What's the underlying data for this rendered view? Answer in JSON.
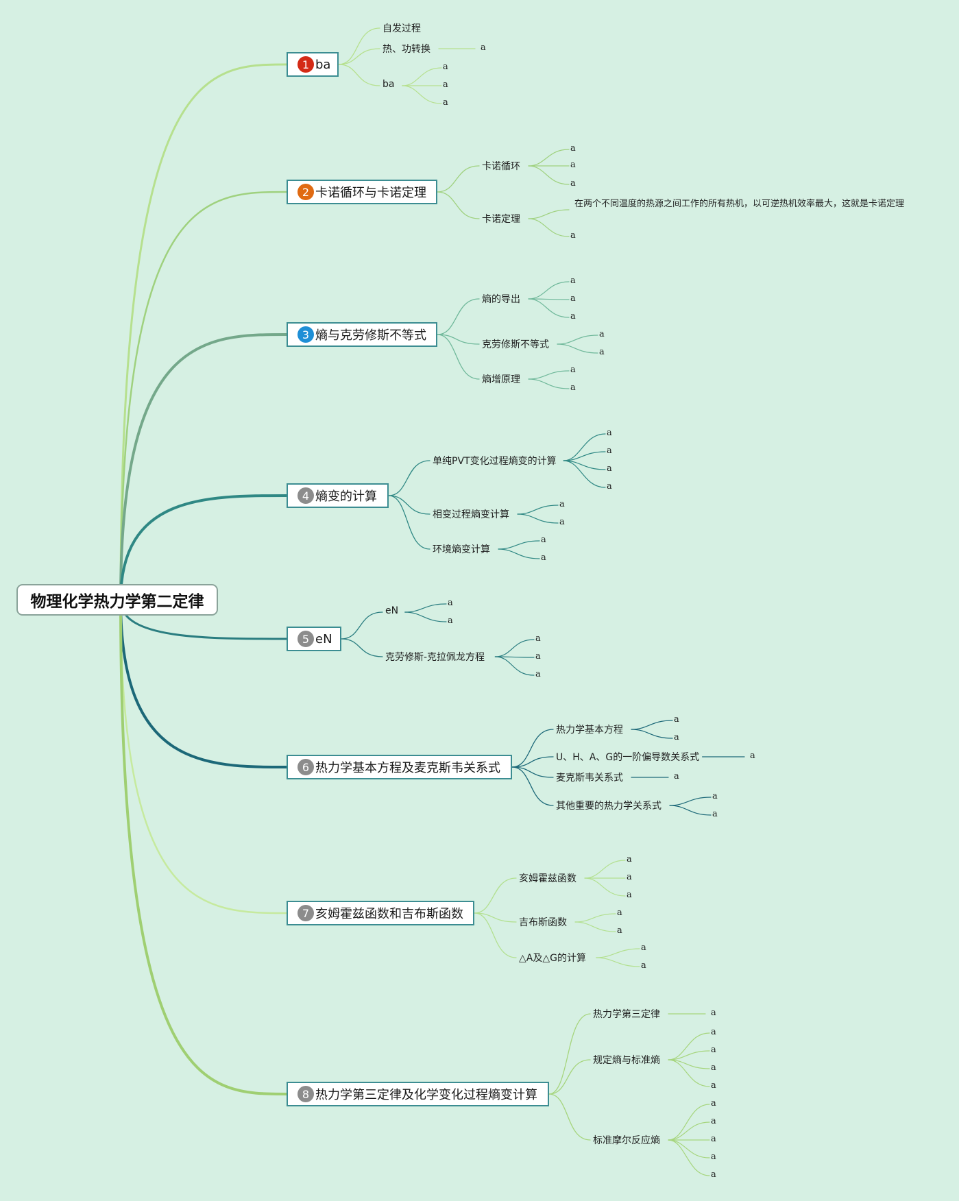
{
  "root": {
    "label": "物理化学热力学第二定律"
  },
  "branches": [
    {
      "number": "1",
      "label": "ba",
      "badge_color": "#d42a16",
      "children": [
        {
          "label": "自发过程",
          "leaves": []
        },
        {
          "label": "热、功转换",
          "leaves": [
            "a"
          ]
        },
        {
          "label": "ba",
          "leaves": [
            "a",
            "a",
            "a"
          ]
        }
      ]
    },
    {
      "number": "2",
      "label": "卡诺循环与卡诺定理",
      "badge_color": "#e06a12",
      "children": [
        {
          "label": "卡诺循环",
          "leaves": [
            "a",
            "a",
            "a"
          ]
        },
        {
          "label": "卡诺定理",
          "leaves": [
            "在两个不同温度的热源之间工作的所有热机，以可逆热机效率最大，这就是卡诺定理",
            "a"
          ]
        }
      ]
    },
    {
      "number": "3",
      "label": "熵与克劳修斯不等式",
      "badge_color": "#1f8fd6",
      "children": [
        {
          "label": "熵的导出",
          "leaves": [
            "a",
            "a",
            "a"
          ]
        },
        {
          "label": "克劳修斯不等式",
          "leaves": [
            "a",
            "a"
          ]
        },
        {
          "label": "熵增原理",
          "leaves": [
            "a",
            "a"
          ]
        }
      ]
    },
    {
      "number": "4",
      "label": "熵变的计算",
      "badge_color": "#8c8c8c",
      "children": [
        {
          "label": "单纯PVT变化过程熵变的计算",
          "leaves": [
            "a",
            "a",
            "a",
            "a"
          ]
        },
        {
          "label": "相变过程熵变计算",
          "leaves": [
            "a",
            "a"
          ]
        },
        {
          "label": "环境熵变计算",
          "leaves": [
            "a",
            "a"
          ]
        }
      ]
    },
    {
      "number": "5",
      "label": "eN",
      "badge_color": "#8c8c8c",
      "children": [
        {
          "label": "eN",
          "leaves": [
            "a",
            "a"
          ]
        },
        {
          "label": "克劳修斯-克拉佩龙方程",
          "leaves": [
            "a",
            "a",
            "a"
          ]
        }
      ]
    },
    {
      "number": "6",
      "label": "热力学基本方程及麦克斯韦关系式",
      "badge_color": "#8c8c8c",
      "children": [
        {
          "label": "热力学基本方程",
          "leaves": [
            "a",
            "a"
          ]
        },
        {
          "label": "U、H、A、G的一阶偏导数关系式",
          "leaves": [
            "a"
          ]
        },
        {
          "label": "麦克斯韦关系式",
          "leaves": [
            "a"
          ]
        },
        {
          "label": "其他重要的热力学关系式",
          "leaves": [
            "a",
            "a"
          ]
        }
      ]
    },
    {
      "number": "7",
      "label": "亥姆霍兹函数和吉布斯函数",
      "badge_color": "#8c8c8c",
      "children": [
        {
          "label": "亥姆霍兹函数",
          "leaves": [
            "a",
            "a",
            "a"
          ]
        },
        {
          "label": "吉布斯函数",
          "leaves": [
            "a",
            "a"
          ]
        },
        {
          "label": "△A及△G的计算",
          "leaves": [
            "a",
            "a"
          ]
        }
      ]
    },
    {
      "number": "8",
      "label": "热力学第三定律及化学变化过程熵变计算",
      "badge_color": "#8c8c8c",
      "children": [
        {
          "label": "热力学第三定律",
          "leaves": [
            "a"
          ]
        },
        {
          "label": "规定熵与标准熵",
          "leaves": [
            "a",
            "a",
            "a",
            "a"
          ]
        },
        {
          "label": "标准摩尔反应熵",
          "leaves": [
            "a",
            "a",
            "a",
            "a",
            "a"
          ]
        }
      ]
    }
  ]
}
